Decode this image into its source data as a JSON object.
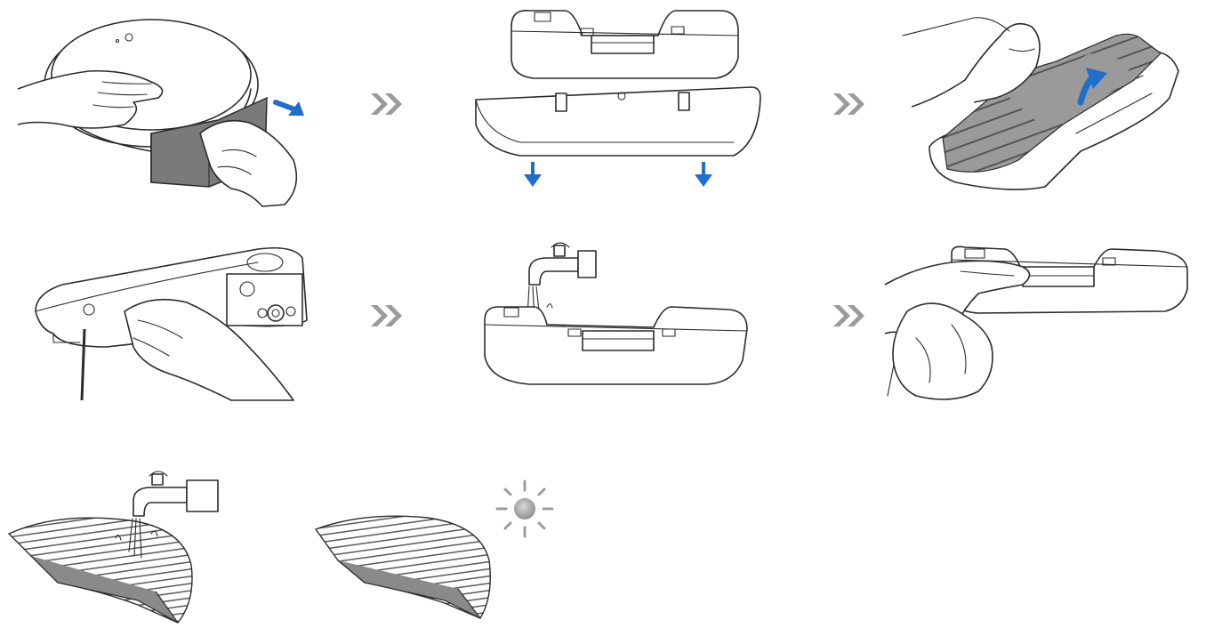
{
  "colors": {
    "arrow_blue": "#1e6fc9",
    "chevron_gray": "#9a9a9a",
    "tank_gray": "#7a7a7a",
    "mop_gray": "#8a8a8a",
    "sun_gray": "#9c9c9c",
    "line": "#2b2b2b"
  },
  "steps": [
    {
      "id": 1,
      "icon": "remove-water-tank-illustration"
    },
    {
      "id": 2,
      "icon": "detach-mop-bracket-illustration"
    },
    {
      "id": 3,
      "icon": "peel-mop-cloth-illustration"
    },
    {
      "id": 4,
      "icon": "empty-water-tank-illustration"
    },
    {
      "id": 5,
      "icon": "rinse-water-tank-illustration"
    },
    {
      "id": 6,
      "icon": "wipe-water-tank-illustration"
    },
    {
      "id": 7,
      "icon": "wash-mop-cloth-illustration"
    },
    {
      "id": 8,
      "icon": "dry-mop-cloth-illustration"
    }
  ],
  "separators": [
    "double-chevron-icon",
    "double-chevron-icon",
    "double-chevron-icon",
    "double-chevron-icon"
  ]
}
